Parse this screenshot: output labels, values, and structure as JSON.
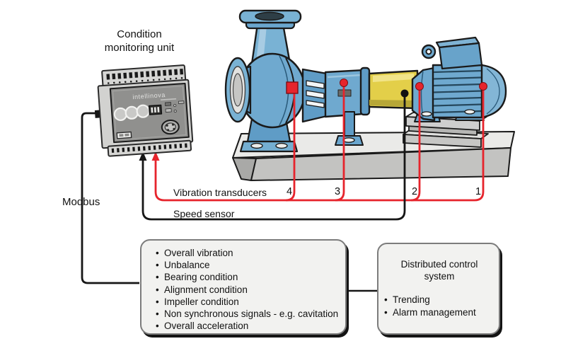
{
  "title": "Condition monitoring unit",
  "modbus_label": "Modbus",
  "sensors": {
    "vibration_label": "Vibration transducers",
    "numbers": [
      "4",
      "3",
      "2",
      "1"
    ],
    "speed_label": "Speed sensor"
  },
  "analysis_box": {
    "items": [
      "Overall vibration",
      "Unbalance",
      "Bearing condition",
      "Alignment condition",
      "Impeller condition",
      "Non synchronous signals - e.g. cavitation",
      "Overall acceleration"
    ]
  },
  "dcs_box": {
    "title": "Distributed control system",
    "items": [
      "Trending",
      "Alarm management"
    ]
  },
  "device": {
    "brand": "intellinova"
  },
  "colors": {
    "wire_red": "#e6242c",
    "wire_black": "#161616",
    "machine_blue": "#6fa9cf",
    "machine_blue_dark": "#5f9cc6",
    "coupling_yellow": "#e3cf49",
    "base_gray_top": "#eaeae8",
    "base_gray_front": "#c3c3c1",
    "box_bg": "#f2f2f0",
    "box_border": "#7c7c7c"
  }
}
